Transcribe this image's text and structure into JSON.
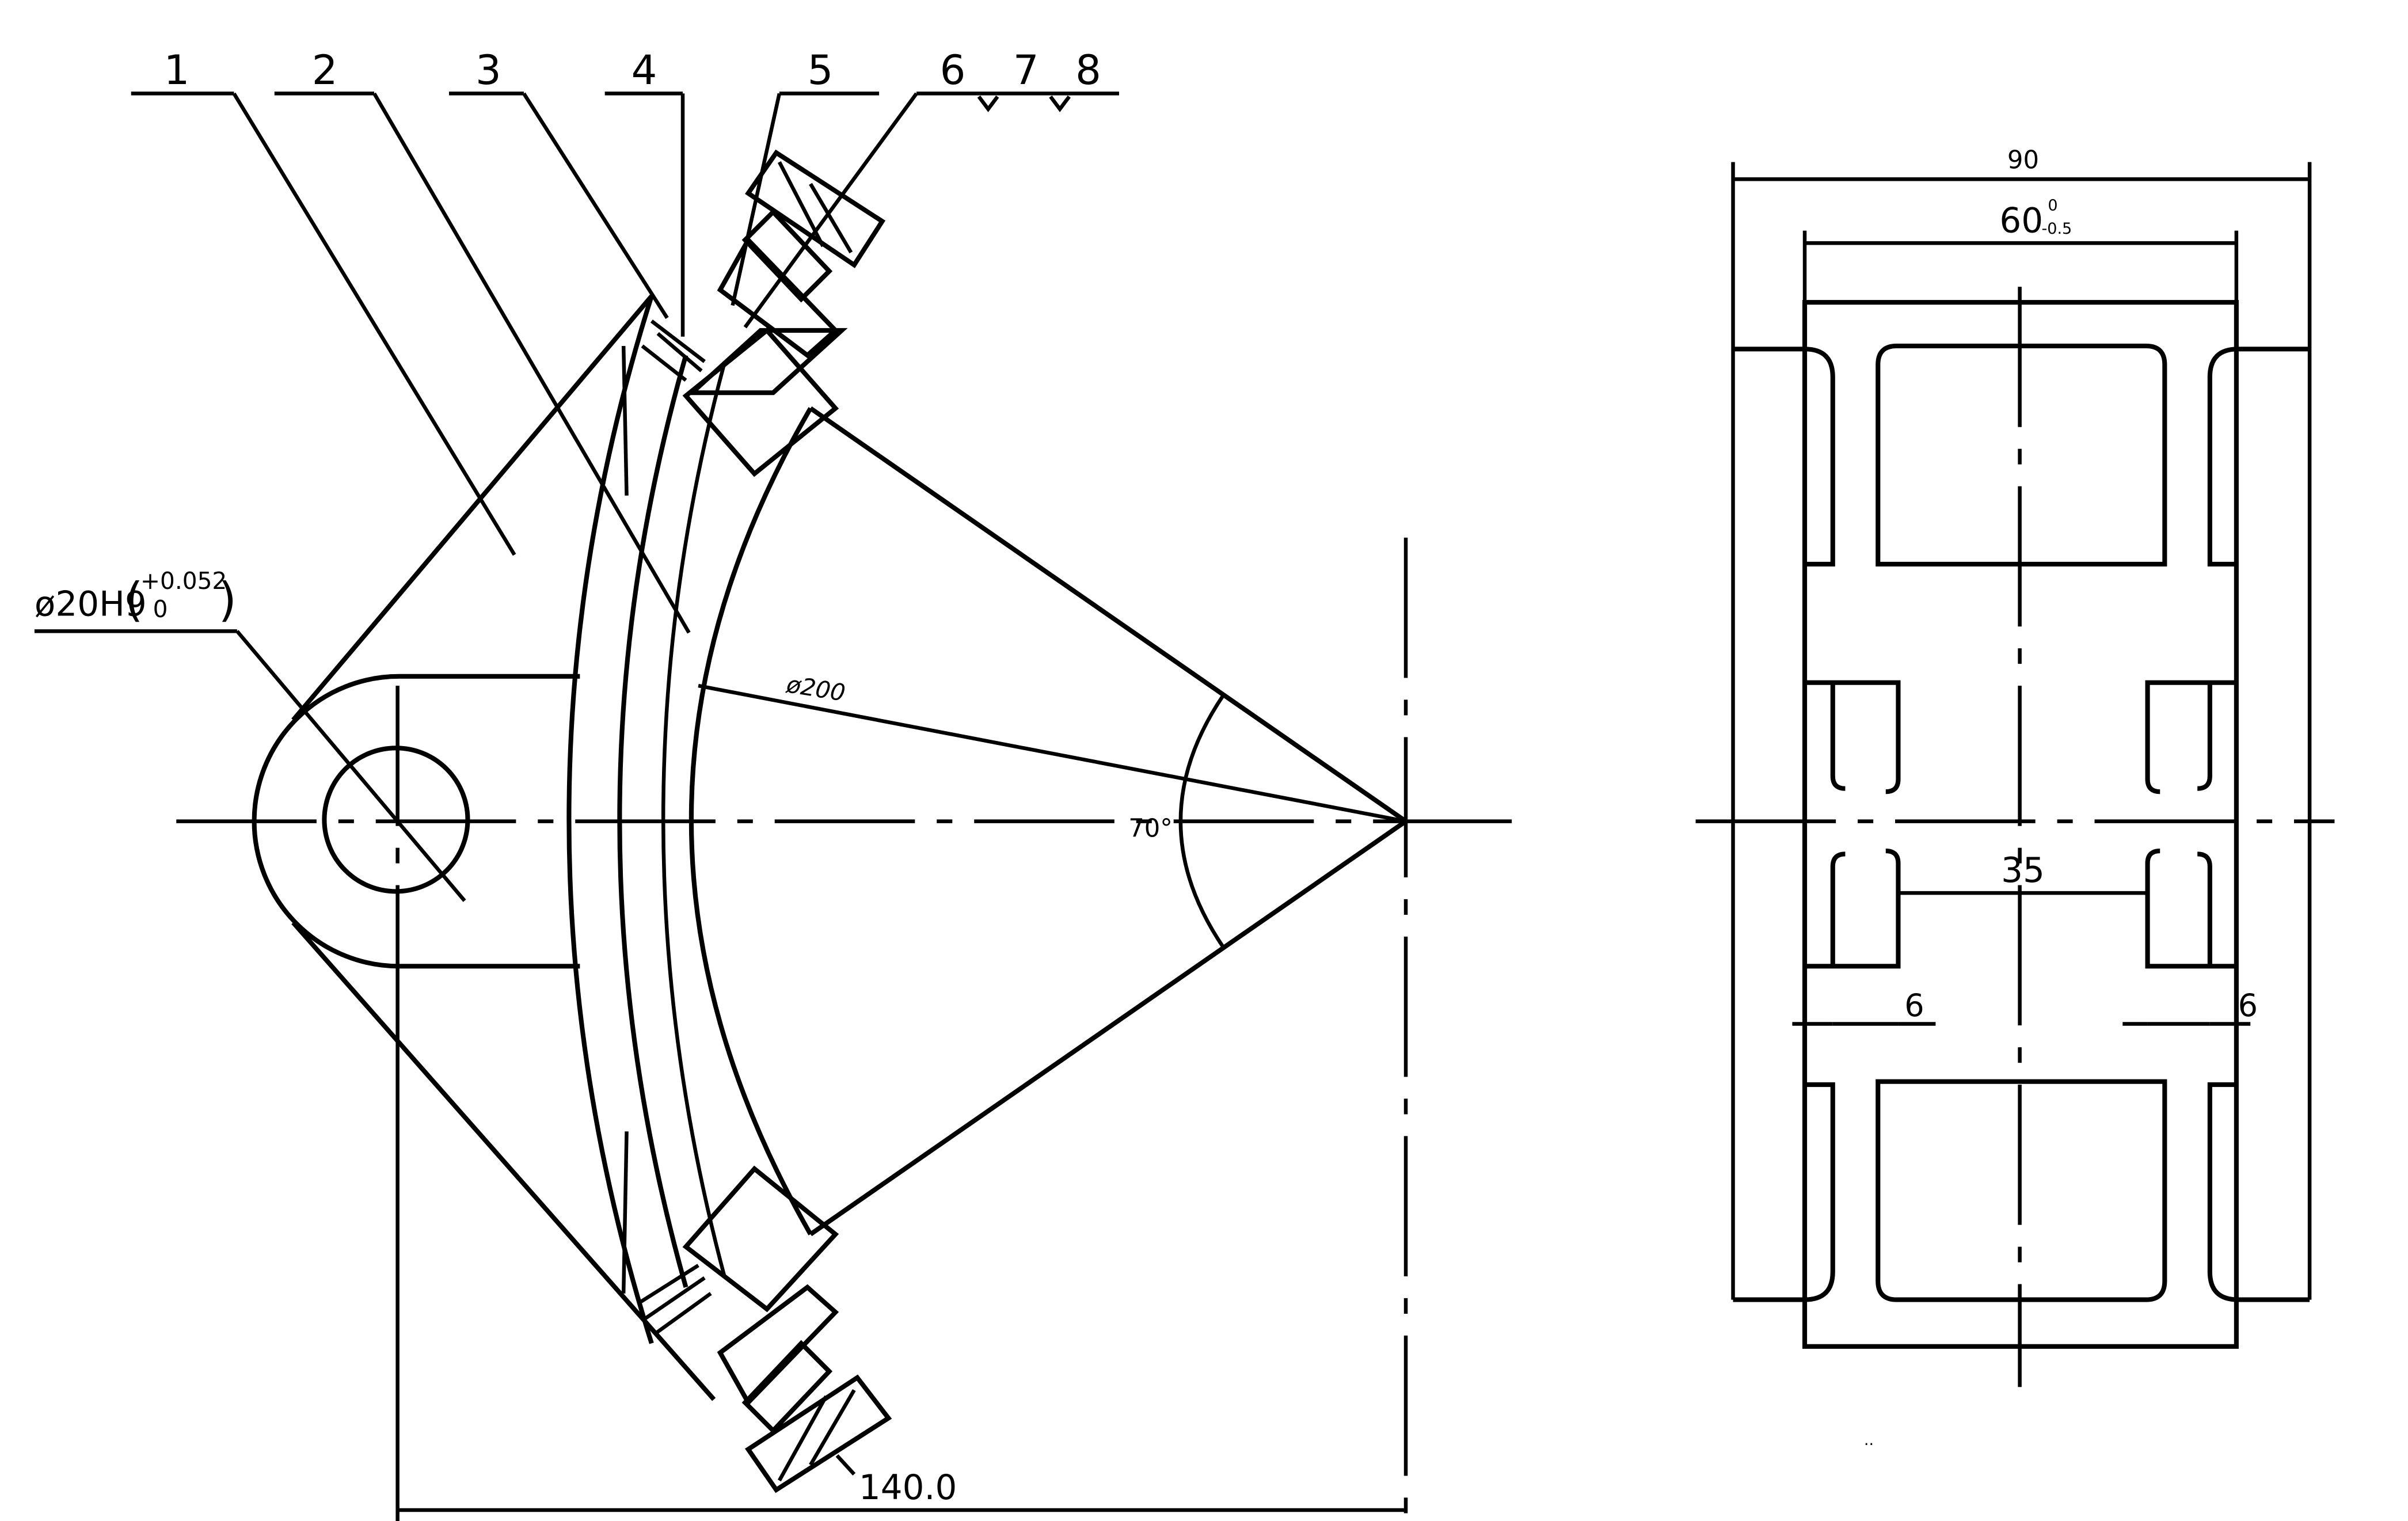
{
  "front_view": {
    "part_numbers": [
      "1",
      "2",
      "3",
      "4",
      "5",
      "6",
      "7",
      "8"
    ],
    "hole_callout": {
      "base": "ø20H9",
      "tol_upper": "+0.052",
      "tol_lower": "0"
    },
    "diameter_label": "ø200",
    "angle_label": "70°",
    "length_label": "140.0"
  },
  "side_view": {
    "overall_width": "90",
    "inner_width_base": "60",
    "inner_width_tol_upper": "0",
    "inner_width_tol_lower": "-0.5",
    "gap_width": "35",
    "wall_left": "6",
    "wall_right": "6",
    "mark": "··"
  },
  "colors": {
    "line": "#000000",
    "background": "#ffffff"
  }
}
